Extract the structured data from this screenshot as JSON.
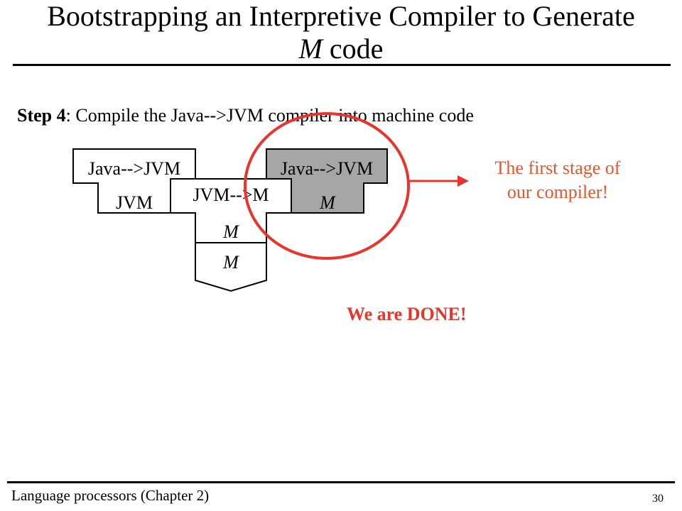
{
  "slide": {
    "title_main": "Bootstrapping an Interpretive Compiler to Generate",
    "title_italic": "M",
    "title_tail": " code",
    "step_label": "Step 4",
    "step_text": ": Compile the Java-->JVM compiler into machine code",
    "note_line1": "The first stage of",
    "note_line2": "our compiler!",
    "done_text": "We are DONE!",
    "footer_left": "Language processors (Chapter 2)",
    "page_number": "30"
  },
  "diagram": {
    "source_compiler": {
      "top": "Java-->JVM",
      "bottom": "JVM"
    },
    "translator": {
      "top": "JVM-->M",
      "bottom": "M"
    },
    "machine": {
      "label": "M"
    },
    "output_compiler": {
      "top": "Java-->JVM",
      "bottom": "M"
    }
  },
  "colors": {
    "accent_orange": "#e8552c",
    "done_red": "#e8352c",
    "output_fill": "#a6a6a6",
    "circle_stroke": "#e8352c"
  }
}
